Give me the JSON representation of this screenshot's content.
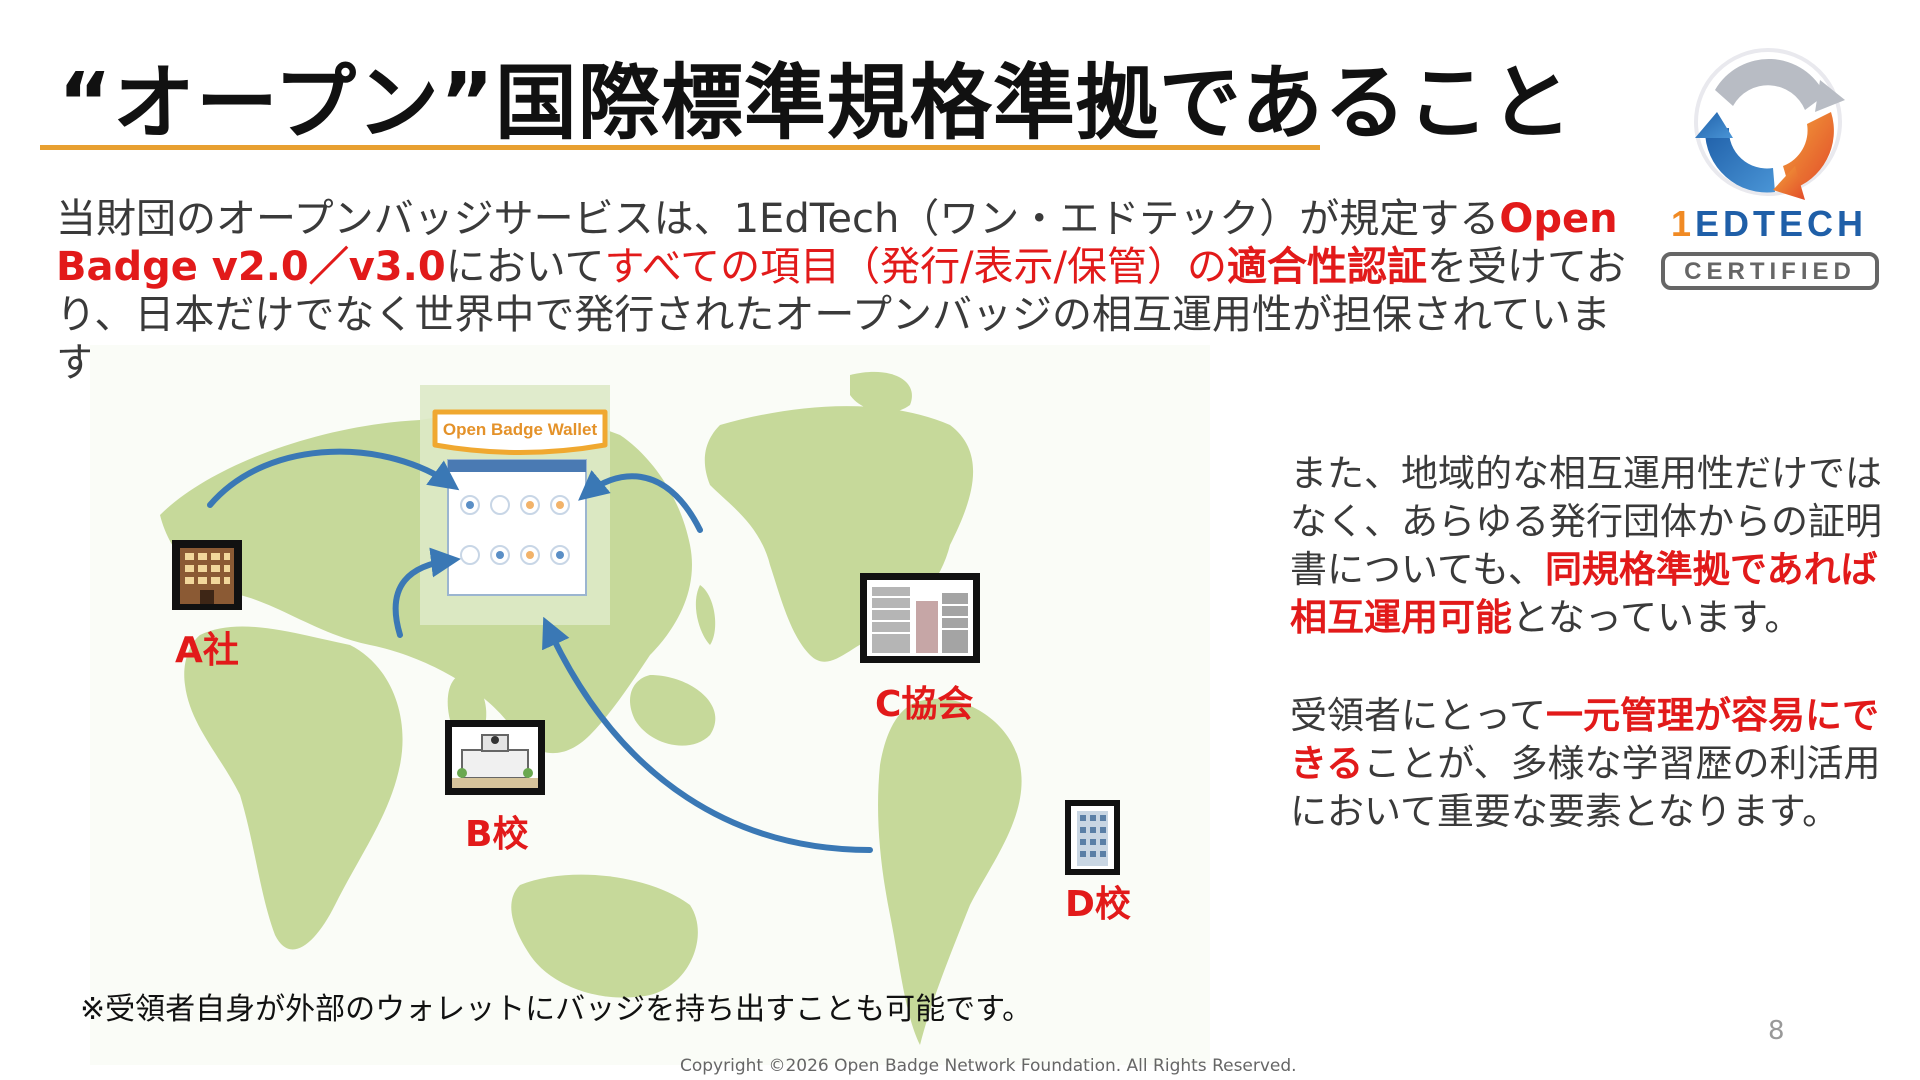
{
  "slide": {
    "title": "“オープン”国際標準規格準拠であること",
    "intro": {
      "p1": "当財団のオープンバッジサービスは、1EdTech（ワン・エドテック）が規定する",
      "r1": "Open Badge v2.0／v3.0",
      "p2": "において",
      "r2": "すべての項目（発行/表示/保管）の",
      "r3": "適合性認証",
      "p3": "を受けており、日本だけでなく世界中で発行されたオープンバッジの相互運用性が担保されています。"
    },
    "logo": {
      "name_1": "1",
      "name_2": "EDTECH",
      "badge": "CERTIFIED"
    },
    "map": {
      "wallet_label": "Open Badge Wallet",
      "nodes": {
        "a": "A社",
        "b": "B校",
        "c": "C協会",
        "d": "D校"
      },
      "note": "※受領者自身が外部のウォレットにバッジを持ち出すことも可能です。"
    },
    "side": {
      "p1a": "また、地域的な相互運用性だけではなく、あらゆる発行団体からの証明書についても、",
      "p1r": "同規格準拠であれば相互運用可能",
      "p1b": "となっています。",
      "p2r": "一元管理が容易にできる",
      "p2b": "ことが、多様な学習歴の利活用において重要な要素となります。"
    },
    "page_number": "8",
    "copyright": "Copyright ©2026 Open Badge Network Foundation. All Rights Reserved."
  },
  "colors": {
    "accent_rule": "#e8a030",
    "emphasis_red": "#e21a1a",
    "arrow_blue": "#3a78b5",
    "map_green": "#c6d99a"
  },
  "icons": [
    "office-building-icon",
    "school-icon",
    "city-buildings-icon",
    "tower-building-icon",
    "wallet-screen-icon",
    "certification-logo-icon"
  ]
}
